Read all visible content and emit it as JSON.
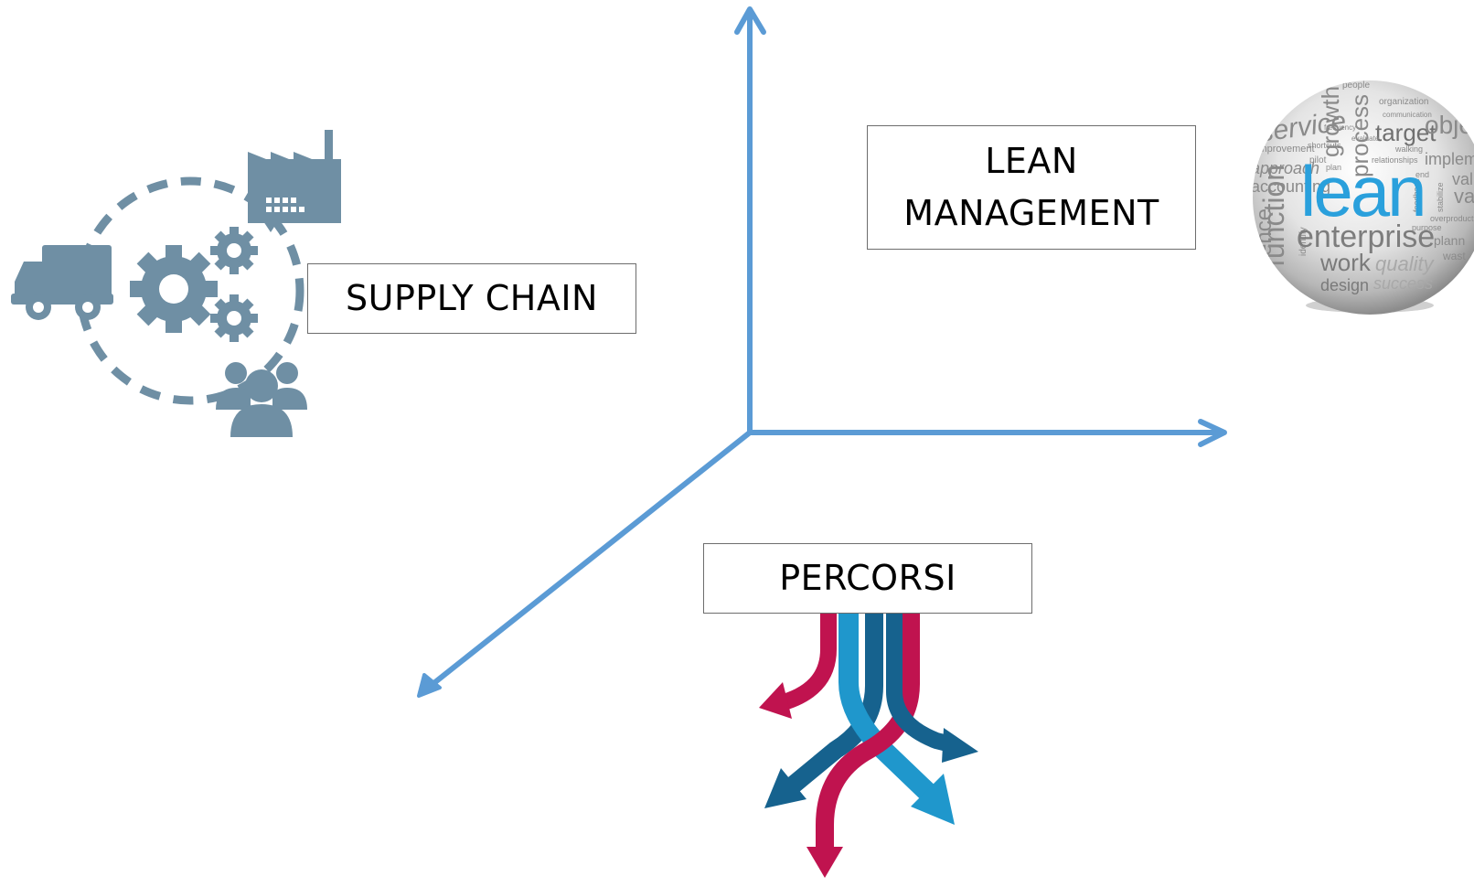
{
  "labels": {
    "supply_chain": "SUPPLY CHAIN",
    "lean_line1": "LEAN",
    "lean_line2": "MANAGEMENT",
    "percorsi": "PERCORSI"
  },
  "icons": {
    "supply_chain": "supply-chain-icon",
    "lean": "lean-word-cloud-sphere",
    "percorsi": "branching-paths-arrows-icon"
  },
  "sphere_words": {
    "main": "lean",
    "secondary": "enterprise",
    "words": [
      "service",
      "growth",
      "process",
      "target",
      "approach",
      "accounting",
      "work",
      "quality",
      "design",
      "success",
      "value",
      "implement",
      "people",
      "organization",
      "communication",
      "relationships",
      "walking",
      "feedback",
      "identify",
      "function",
      "stabilize",
      "plan",
      "pilot",
      "improvement",
      "shortcuts",
      "end",
      "purpose",
      "overproduction",
      "evaluate",
      "frequency"
    ]
  },
  "colors": {
    "axis": "#5b9bd5",
    "box_border": "#6d6d6d",
    "supply_icon": "#6f8fa4",
    "lean_word": "#2aa0dc",
    "arrow_red": "#c0134f",
    "arrow_blue_dark": "#16628e",
    "arrow_blue_light": "#1f97cc"
  }
}
